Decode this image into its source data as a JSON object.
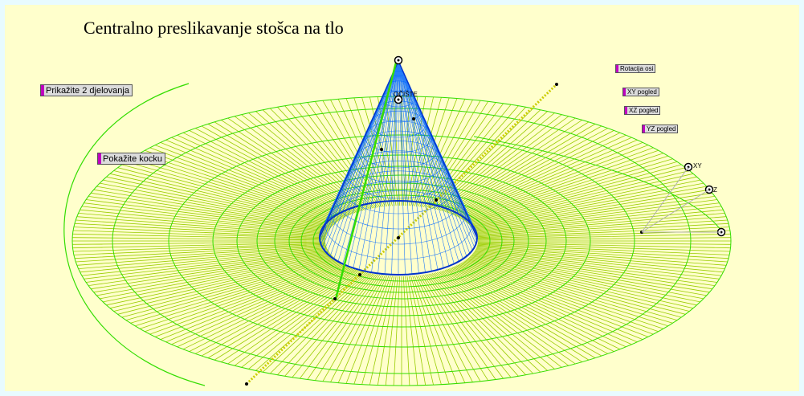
{
  "title": "Centralno preslikavanje stošca na tlo",
  "buttons": {
    "show_actions": "Prikažite 2 djelovanja",
    "show_cube": "Pokažite kocku",
    "rotate_axes": "Rotacija osi",
    "xy_view": "XY pogled",
    "xz_view": "XZ pogled",
    "yz_view": "YZ pogled"
  },
  "labels": {
    "center": "OČIŠTE",
    "axis_xy": "XY",
    "axis_z": "Z"
  },
  "colors": {
    "page_background": "#e8fbff",
    "canvas_background": "#ffffcc",
    "cone_mesh": "#0066ff",
    "cone_outline": "#0033cc",
    "shadow_rays": "#99cc00",
    "shadow_rings": "#33dd00",
    "axis_line": "#cccc00",
    "button_marker": "#c000c0"
  },
  "icons": {
    "control_point": "ring-point-icon"
  }
}
